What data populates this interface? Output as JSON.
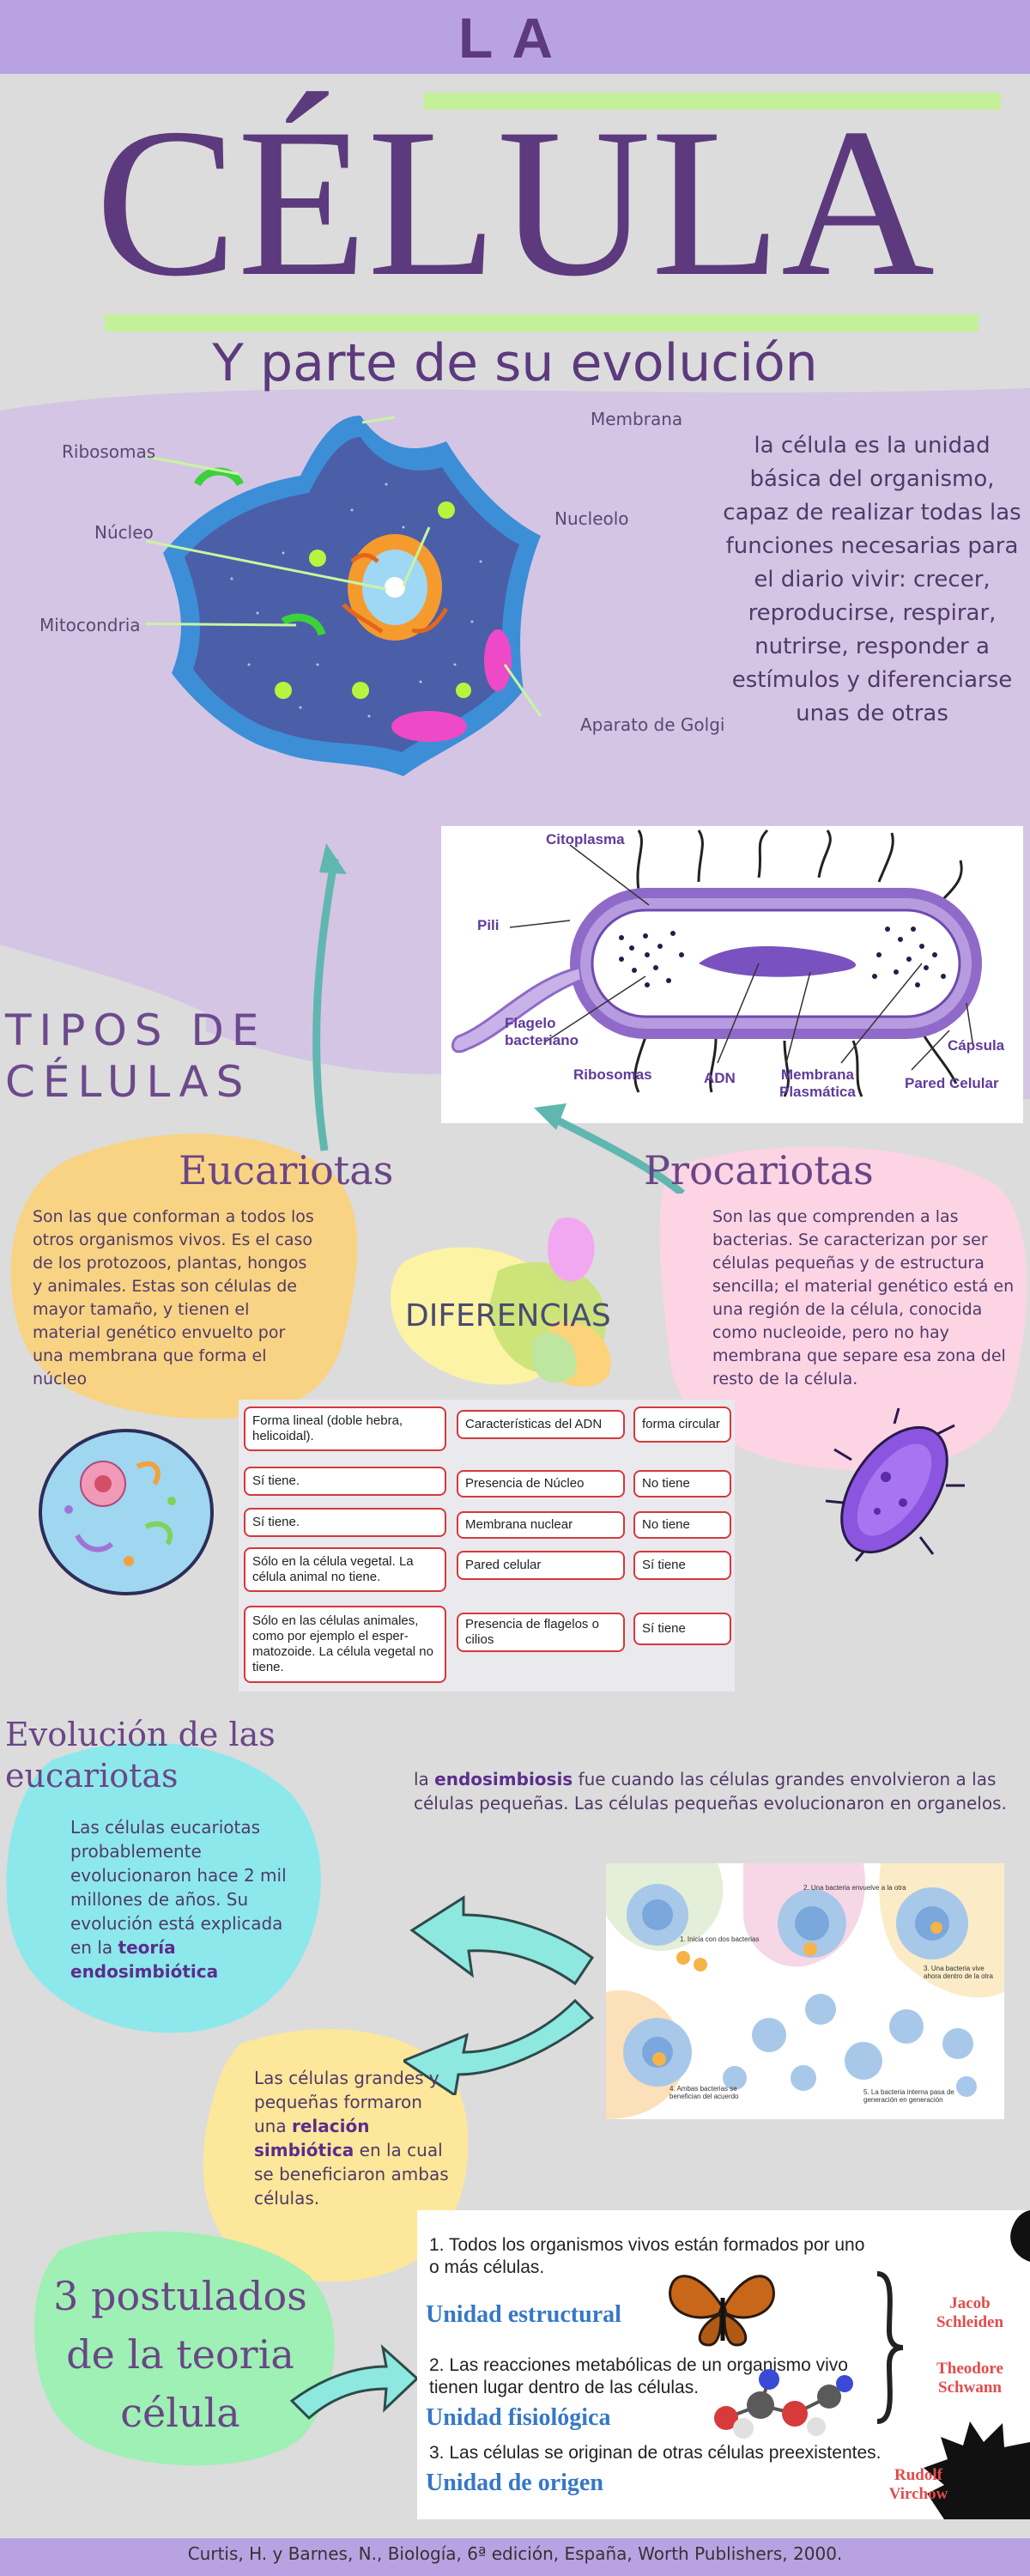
{
  "header": {
    "title_small": "LA",
    "title_big": "CÉLULA",
    "subtitle": "Y parte de su evolución"
  },
  "cell_labels": {
    "membrana": "Membrana",
    "ribosomas": "Ribosomas",
    "nucleolo": "Nucleolo",
    "nucleo": "Núcleo",
    "mitocondria": "Mitocondria",
    "golgi": "Aparato de Golgi"
  },
  "intro": "la célula es la unidad básica del organismo, capaz de realizar todas las funciones necesarias para el diario vivir: crecer, reproducirse, respirar, nutrirse, responder a estímulos y diferenciarse unas de otras",
  "bacteria_labels": {
    "citoplasma": "Citoplasma",
    "pili": "Pili",
    "flagelo_line1": "Flagelo",
    "flagelo_line2": "bacteriano",
    "ribosomas": "Ribosomas",
    "adn": "ADN",
    "membrana_line1": "Membrana",
    "membrana_line2": "Plasmática",
    "pared": "Pared Celular",
    "capsula": "Cápsula"
  },
  "tipos": {
    "line1": "TIPOS DE",
    "line2": "CÉLULAS"
  },
  "eucariotas": {
    "title": "Eucariotas",
    "text": "Son las que conforman a todos los otros organismos vivos. Es el caso de los protozoos, plantas, hongos y animales. Estas son células de mayor tamaño, y tienen el material genético envuelto por una membrana que forma el núcleo"
  },
  "procariotas": {
    "title": "Procariotas",
    "text": "Son las que comprenden a las bacterias. Se caracterizan por ser células pequeñas y de estructura sencilla; el material genético está en una región de la célula, conocida como nucleoide, pero no hay membrana que separe esa zona del resto de la célula."
  },
  "diferencias": {
    "title": "DIFERENCIAS",
    "euk": [
      "Forma lineal (doble hebra, helicoidal).",
      "Sí tiene.",
      "Sí tiene.",
      "Sólo en la célula vegetal. La célula animal no tiene.",
      "Sólo en las células animales, como por ejemplo el esper-matozoide. La célula vegetal no tiene."
    ],
    "feat": [
      "Características del ADN",
      "Presencia de Núcleo",
      "Membrana nuclear",
      "Pared celular",
      "Presencia de flagelos o cilios"
    ],
    "pro": [
      "forma circular",
      "No tiene",
      "No tiene",
      "Sí tiene",
      "Sí tiene"
    ]
  },
  "evolucion": {
    "title_line1": "Evolución de las",
    "title_line2": "eucariotas",
    "blob1_text": "Las células eucariotas probablemente evolucionaron hace 2 mil millones de años. Su evolución está explicada en la ",
    "blob1_bold": "teoría endosimbiótica",
    "endo_prefix": "la ",
    "endo_bold": "endosimbiosis",
    "endo_rest": " fue cuando las células grandes envolvieron a las células pequeñas. Las células pequeñas evolucionaron en organelos.",
    "blob2_pre": "Las células grandes y pequeñas formaron una ",
    "blob2_bold": "relación simbiótica",
    "blob2_post": " en la cual se beneficiaron ambas células.",
    "steps": [
      "1. Inicia con dos bacterias",
      "2. Una bacteria envuelve a la otra",
      "3. Una bacteria vive ahora dentro de la otra",
      "4. Ambas bacterias se benefician del acuerdo",
      "5. La bacteria interna pasa de generación en generación"
    ]
  },
  "postulados": {
    "title_line1": "3 postulados",
    "title_line2": "de la teoria",
    "title_line3": "célula",
    "p1": "1. Todos los organismos vivos están formados por uno o más células.",
    "h1": "Unidad estructural",
    "p2": "2. Las reacciones metabólicas de un organismo vivo tienen lugar dentro de las células.",
    "h2": "Unidad fisiológica",
    "p3": "3. Las células se originan de otras células preexistentes.",
    "h3": "Unidad de origen",
    "sci1_line1": "Jacob",
    "sci1_line2": "Schleiden",
    "sci2_line1": "Theodore",
    "sci2_line2": "Schwann",
    "sci3_line1": "Rudolf",
    "sci3_line2": "Virchow"
  },
  "citation": "Curtis, H. y Barnes, N., Biología, 6ª edición, España, Worth Publishers, 2000.",
  "colors": {
    "purple_title": "#5c3a7d",
    "band": "#b9a2e2",
    "green_bar": "#c4f09a",
    "accent_blue": "#3578c6",
    "scientist_red": "#e34b4b"
  }
}
